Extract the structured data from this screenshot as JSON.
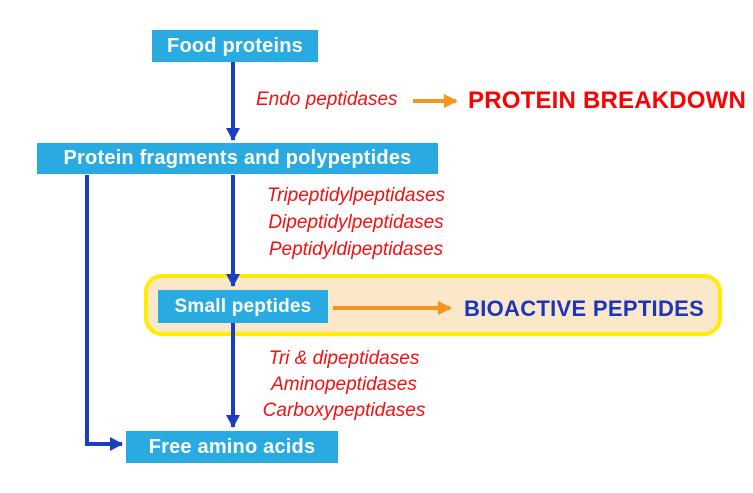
{
  "nodes": {
    "food_proteins": {
      "label": "Food proteins"
    },
    "protein_fragments": {
      "label": "Protein fragments and polypeptides"
    },
    "small_peptides": {
      "label": "Small peptides"
    },
    "free_amino_acids": {
      "label": "Free amino acids"
    }
  },
  "enzymes": {
    "endo": "Endo peptidases",
    "stage2": [
      "Tripeptidylpeptidases",
      "Dipeptidylpeptidases",
      "Peptidyldipeptidases"
    ],
    "stage3": [
      "Tri  & dipeptidases",
      "Aminopeptidases",
      "Carboxypeptidases"
    ]
  },
  "callouts": {
    "protein_breakdown": "PROTEIN BREAKDOWN",
    "bioactive_peptides": "BIOACTIVE PEPTIDES"
  },
  "colors": {
    "background": "#FFFFFF",
    "node_fill": "#29ABE2",
    "node_text": "#FFFFFF",
    "arrow_blue": "#1B3EC1",
    "arrow_orange": "#F7941E",
    "enzyme_red": "#F50F0F",
    "breakdown_red": "#FF0000",
    "bioactive_blue": "#1A35BE",
    "highlight_fill": "#FBE8C9",
    "highlight_border": "#FFEC00"
  }
}
